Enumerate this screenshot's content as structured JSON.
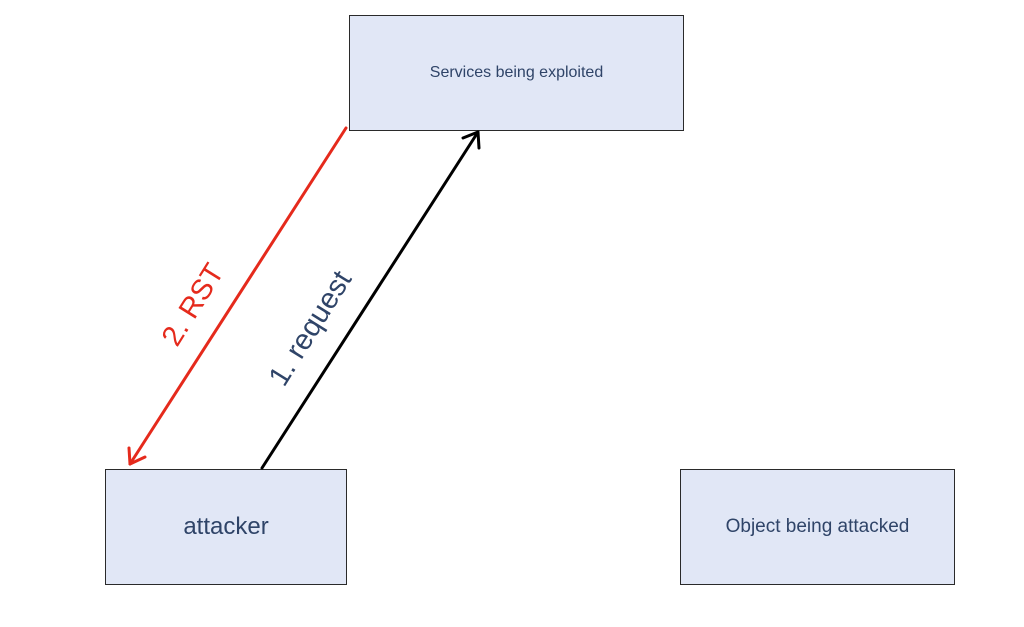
{
  "nodes": {
    "services": "Services being exploited",
    "attacker": "attacker",
    "target": "Object being attacked"
  },
  "edges": {
    "request": {
      "label": "1. request",
      "color": "#000000",
      "label_color": "#2f4468"
    },
    "rst": {
      "label": "2. RST",
      "color": "#e52a1c",
      "label_color": "#e52a1c"
    }
  },
  "colors": {
    "node_fill": "#e1e7f6",
    "node_border": "#2a2a2a",
    "node_text": "#2f4468"
  }
}
